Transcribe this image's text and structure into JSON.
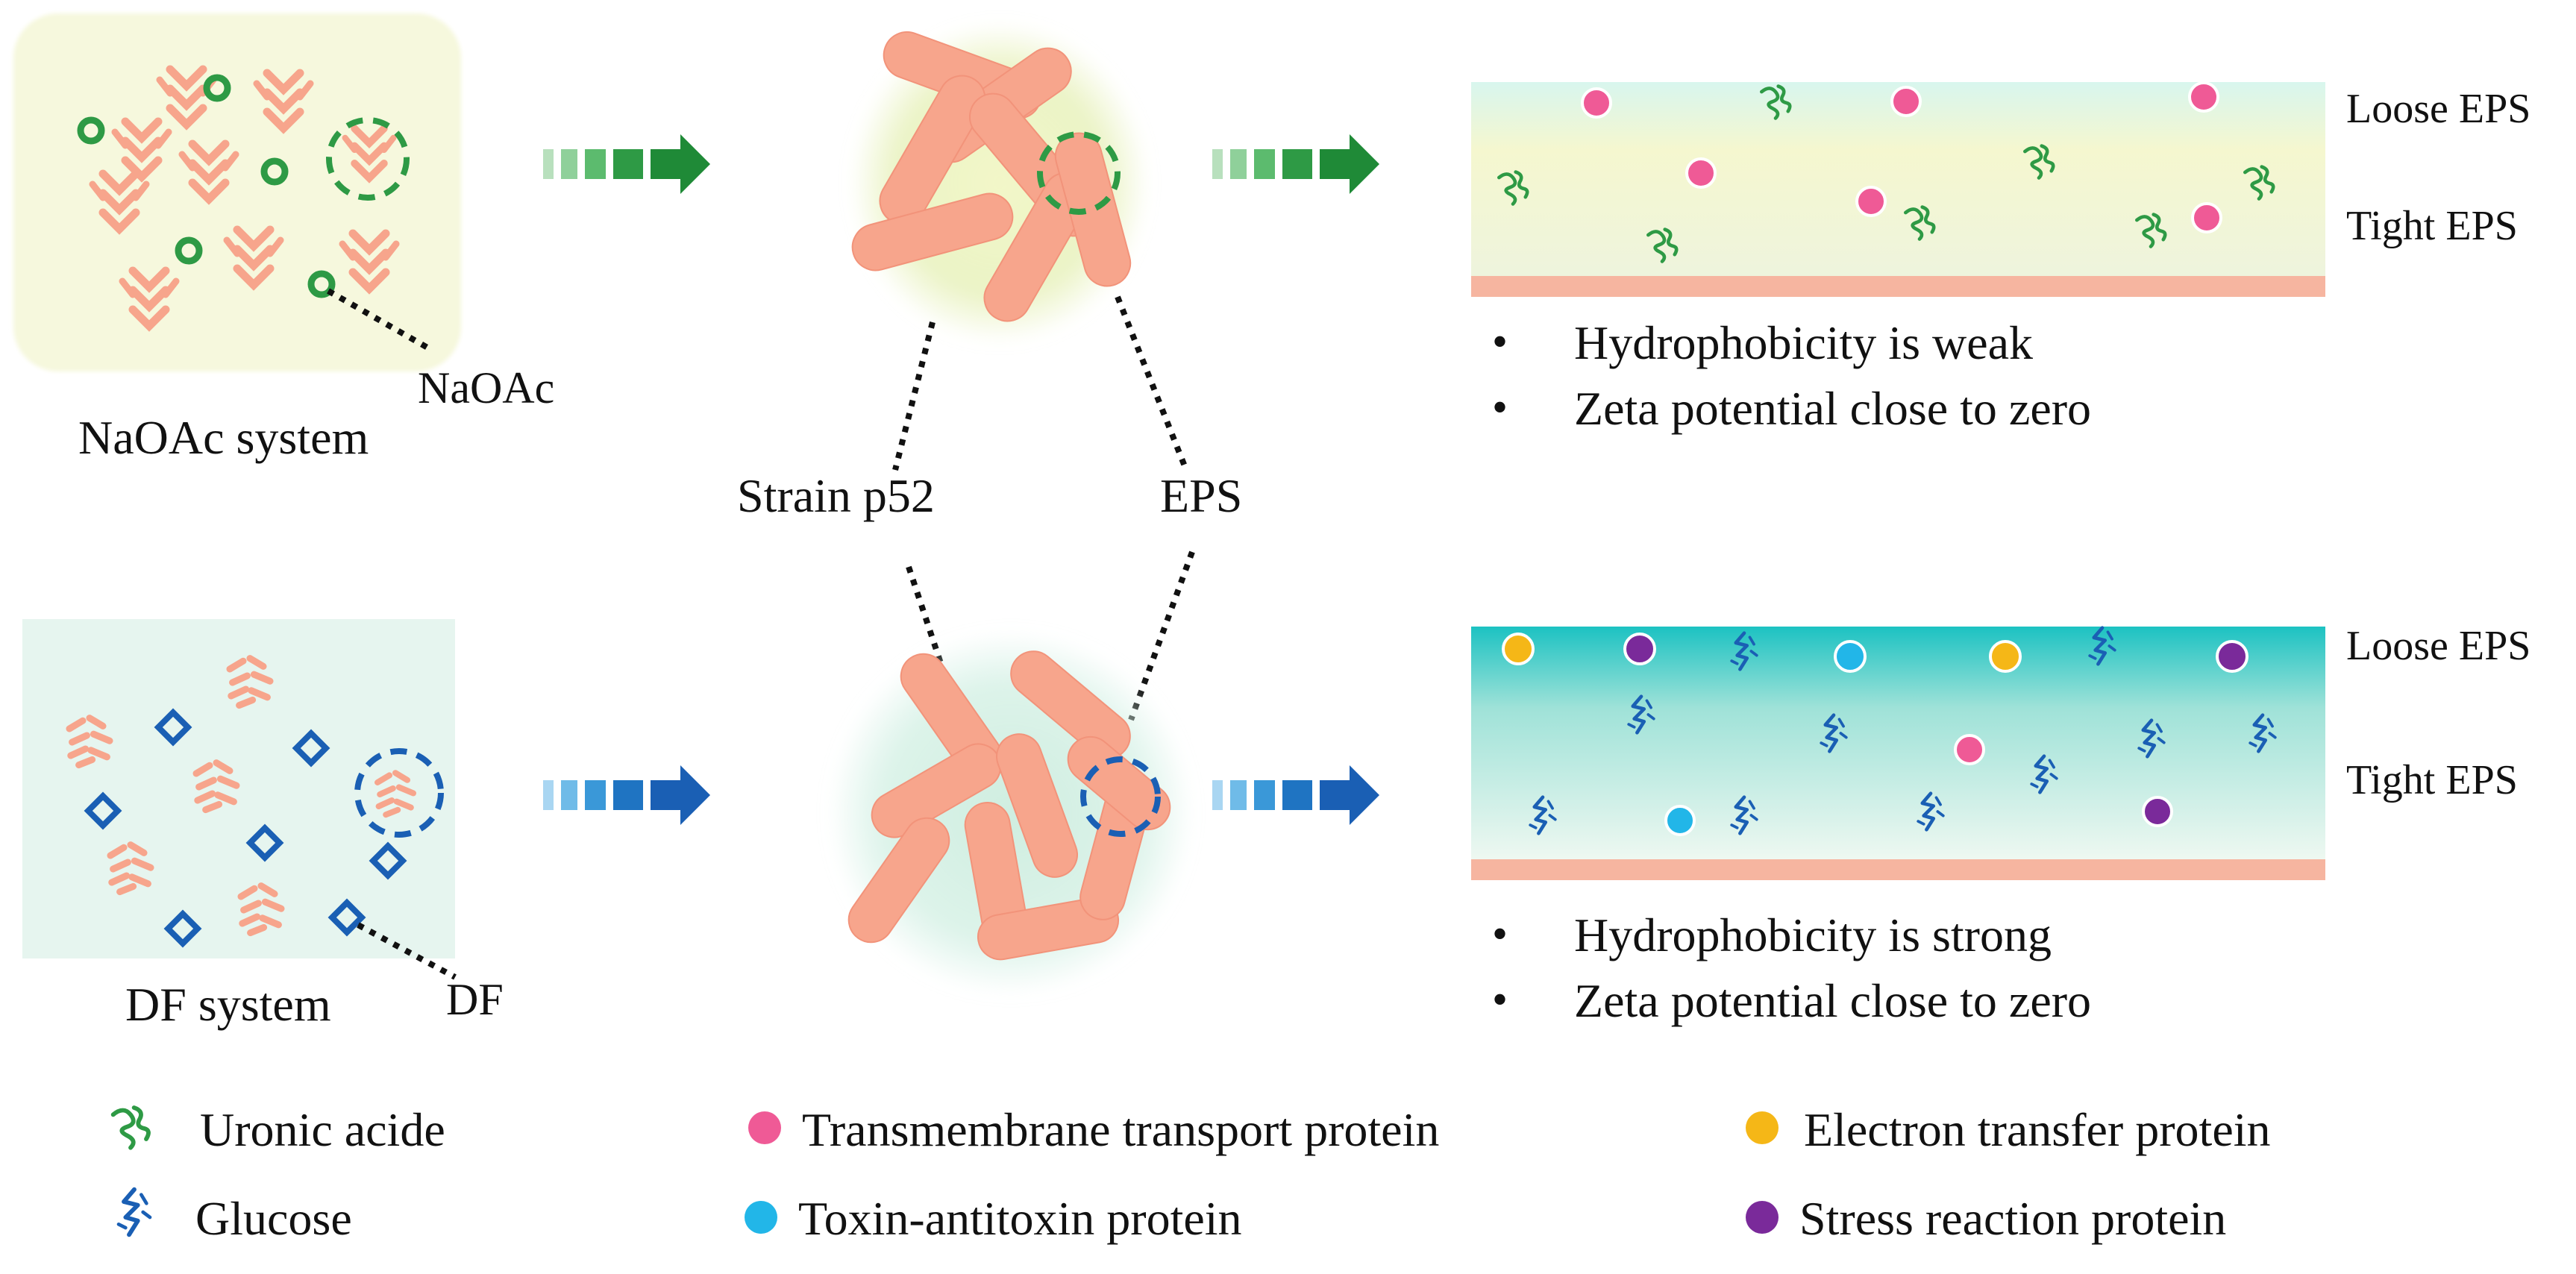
{
  "labels": {
    "naoac_marker": "NaOAc",
    "naoac_system": "NaOAc system",
    "df_marker": "DF",
    "df_system": "DF system",
    "strain": "Strain p52",
    "eps": "EPS"
  },
  "top_panel": {
    "loose_eps": "Loose EPS",
    "tight_eps": "Tight EPS",
    "bullets": [
      "Hydrophobicity is weak",
      "Zeta potential close to zero"
    ]
  },
  "bottom_panel": {
    "loose_eps": "Loose EPS",
    "tight_eps": "Tight EPS",
    "bullets": [
      "Hydrophobicity is strong",
      "Zeta potential close to zero"
    ]
  },
  "legend": {
    "uronic": "Uronic acide",
    "glucose": "Glucose",
    "transmembrane": "Transmembrane transport protein",
    "toxin": "Toxin-antitoxin protein",
    "electron": "Electron transfer protein",
    "stress": "Stress reaction protein"
  },
  "colors": {
    "green": "#2e9a45",
    "blue": "#1a5fb4",
    "pink": "#ef5a96",
    "cyan": "#22b6e8",
    "yellow": "#f5b717",
    "purple": "#7a2a9a",
    "bacteria": "#f7a58c",
    "substrate": "#f6b5a0"
  },
  "icons": [
    "uronic-acid-icon",
    "glucose-icon",
    "transmembrane-protein-dot",
    "toxin-protein-dot",
    "electron-protein-dot",
    "stress-protein-dot",
    "arrow-right-icon"
  ]
}
